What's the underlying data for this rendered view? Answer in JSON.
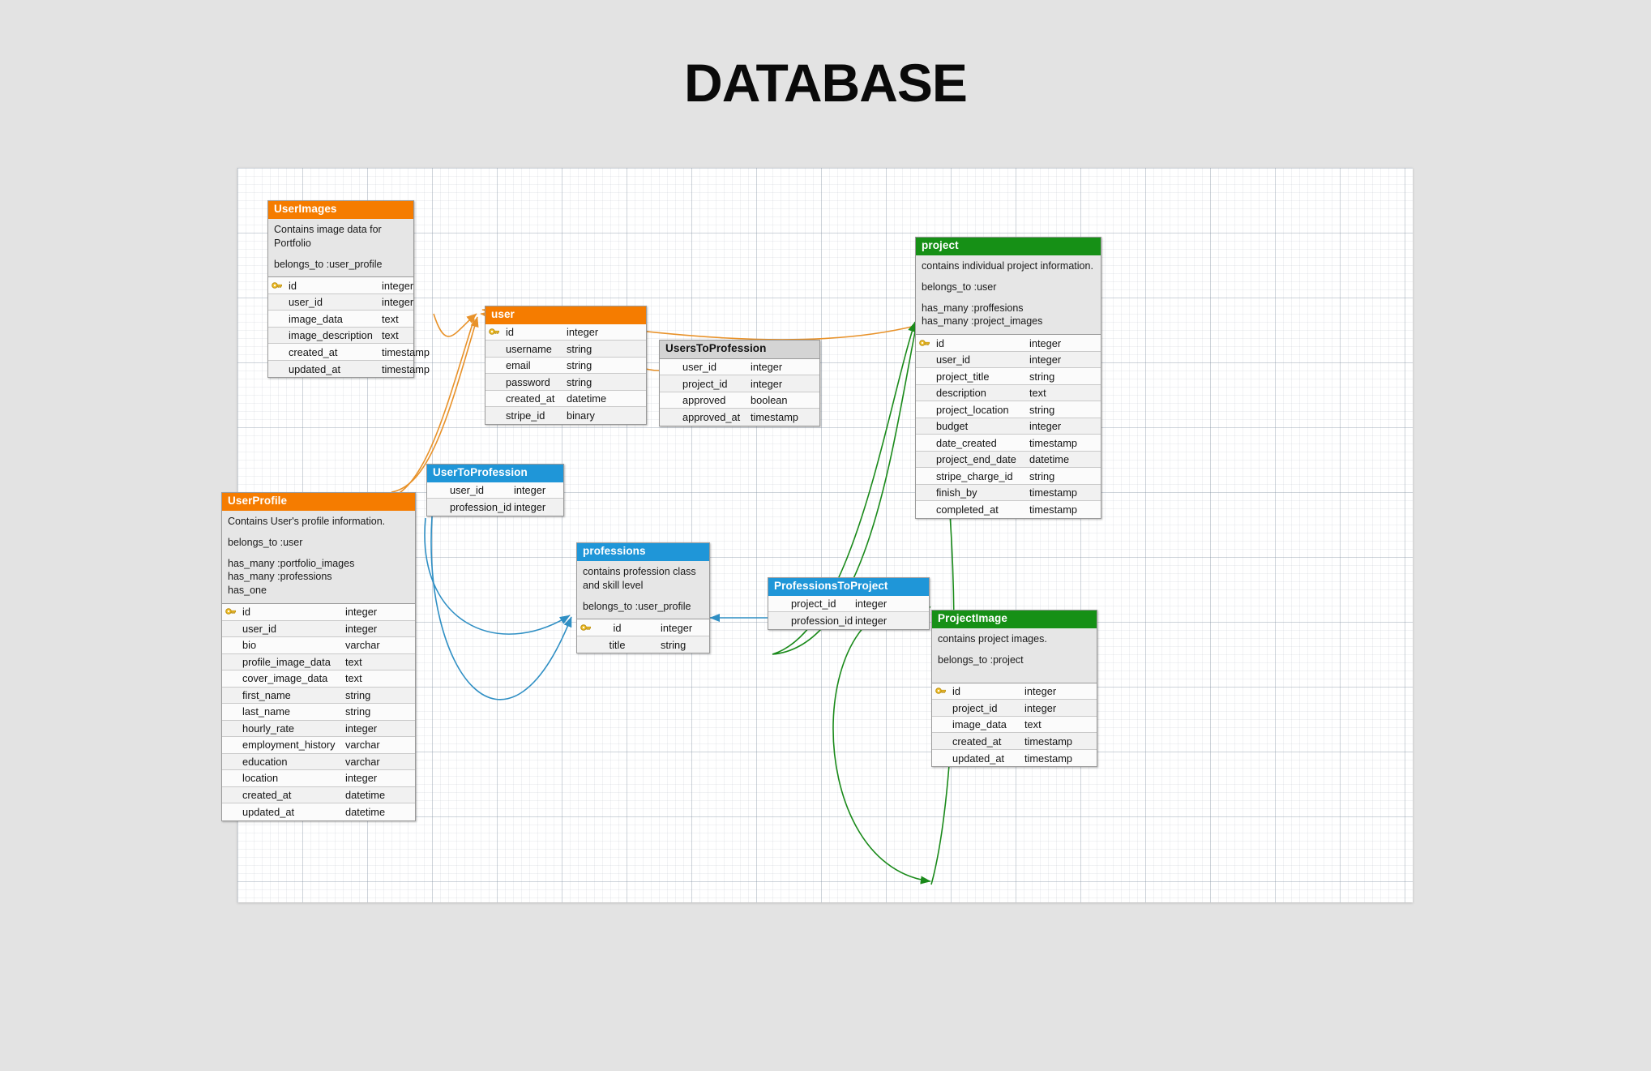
{
  "title": "DATABASE",
  "colors": {
    "orange": "#f57c00",
    "green": "#169016",
    "blue": "#1f96d8",
    "gray": "#d4d4d4",
    "page_bg": "#e3e3e3",
    "canvas_bg": "#ffffff",
    "link_orange": "#e8922a",
    "link_green": "#1a8a1a",
    "link_blue": "#2f8fc4"
  },
  "tables": {
    "user_images": {
      "name": "UserImages",
      "header_color": "orange",
      "notes": [
        "Contains image data for Portfolio",
        "belongs_to :user_profile"
      ],
      "fields": [
        {
          "key": true,
          "name": "id",
          "type": "integer"
        },
        {
          "key": false,
          "name": "user_id",
          "type": "integer"
        },
        {
          "key": false,
          "name": "image_data",
          "type": "text"
        },
        {
          "key": false,
          "name": "image_description",
          "type": "text"
        },
        {
          "key": false,
          "name": "created_at",
          "type": "timestamp"
        },
        {
          "key": false,
          "name": "updated_at",
          "type": "timestamp"
        }
      ]
    },
    "user": {
      "name": "user",
      "header_color": "orange",
      "notes": [],
      "fields": [
        {
          "key": true,
          "name": "id",
          "type": "integer"
        },
        {
          "key": false,
          "name": "username",
          "type": "string"
        },
        {
          "key": false,
          "name": "email",
          "type": "string"
        },
        {
          "key": false,
          "name": "password",
          "type": "string"
        },
        {
          "key": false,
          "name": "created_at",
          "type": "datetime"
        },
        {
          "key": false,
          "name": "stripe_id",
          "type": "binary"
        }
      ]
    },
    "user_profile": {
      "name": "UserProfile",
      "header_color": "orange",
      "notes": [
        "Contains User's profile information.",
        "belongs_to :user",
        "has_many :portfolio_images\nhas_many :professions\nhas_one"
      ],
      "fields": [
        {
          "key": true,
          "name": "id",
          "type": "integer"
        },
        {
          "key": false,
          "name": "user_id",
          "type": "integer"
        },
        {
          "key": false,
          "name": "bio",
          "type": "varchar"
        },
        {
          "key": false,
          "name": "profile_image_data",
          "type": "text"
        },
        {
          "key": false,
          "name": "cover_image_data",
          "type": "text"
        },
        {
          "key": false,
          "name": "first_name",
          "type": "string"
        },
        {
          "key": false,
          "name": "last_name",
          "type": "string"
        },
        {
          "key": false,
          "name": "hourly_rate",
          "type": "integer"
        },
        {
          "key": false,
          "name": "employment_history",
          "type": "varchar"
        },
        {
          "key": false,
          "name": "education",
          "type": "varchar"
        },
        {
          "key": false,
          "name": "location",
          "type": "integer"
        },
        {
          "key": false,
          "name": "created_at",
          "type": "datetime"
        },
        {
          "key": false,
          "name": "updated_at",
          "type": "datetime"
        }
      ]
    },
    "project": {
      "name": "project",
      "header_color": "green",
      "notes": [
        "contains individual project information.",
        "belongs_to :user",
        "has_many :proffesions\nhas_many :project_images"
      ],
      "fields": [
        {
          "key": true,
          "name": "id",
          "type": "integer"
        },
        {
          "key": false,
          "name": "user_id",
          "type": "integer"
        },
        {
          "key": false,
          "name": "project_title",
          "type": "string"
        },
        {
          "key": false,
          "name": "description",
          "type": "text"
        },
        {
          "key": false,
          "name": "project_location",
          "type": "string"
        },
        {
          "key": false,
          "name": "budget",
          "type": "integer"
        },
        {
          "key": false,
          "name": "date_created",
          "type": "timestamp"
        },
        {
          "key": false,
          "name": "project_end_date",
          "type": "datetime"
        },
        {
          "key": false,
          "name": "stripe_charge_id",
          "type": "string"
        },
        {
          "key": false,
          "name": "finish_by",
          "type": "timestamp"
        },
        {
          "key": false,
          "name": "completed_at",
          "type": "timestamp"
        }
      ]
    },
    "project_image": {
      "name": "ProjectImage",
      "header_color": "green",
      "notes": [
        "contains project images.",
        "belongs_to :project"
      ],
      "fields": [
        {
          "key": true,
          "name": "id",
          "type": "integer"
        },
        {
          "key": false,
          "name": "project_id",
          "type": "integer"
        },
        {
          "key": false,
          "name": "image_data",
          "type": "text"
        },
        {
          "key": false,
          "name": "created_at",
          "type": "timestamp"
        },
        {
          "key": false,
          "name": "updated_at",
          "type": "timestamp"
        }
      ]
    },
    "professions": {
      "name": "professions",
      "header_color": "blue",
      "notes": [
        "contains profession class and skill level",
        "belongs_to :user_profile"
      ],
      "fields": [
        {
          "key": true,
          "name": "id",
          "type": "integer"
        },
        {
          "key": false,
          "name": "title",
          "type": "string"
        }
      ]
    },
    "users_to_profession": {
      "name": "UsersToProfession",
      "header_color": "gray",
      "notes": [],
      "fields": [
        {
          "key": false,
          "name": "user_id",
          "type": "integer"
        },
        {
          "key": false,
          "name": "project_id",
          "type": "integer"
        },
        {
          "key": false,
          "name": "approved",
          "type": "boolean"
        },
        {
          "key": false,
          "name": "approved_at",
          "type": "timestamp"
        }
      ]
    },
    "user_to_profession": {
      "name": "UserToProfession",
      "header_color": "blue",
      "notes": [],
      "fields": [
        {
          "key": false,
          "name": "user_id",
          "type": "integer"
        },
        {
          "key": false,
          "name": "profession_id",
          "type": "integer"
        }
      ]
    },
    "professions_to_project": {
      "name": "ProfessionsToProject",
      "header_color": "blue",
      "notes": [],
      "fields": [
        {
          "key": false,
          "name": "project_id",
          "type": "integer"
        },
        {
          "key": false,
          "name": "profession_id",
          "type": "integer"
        }
      ]
    }
  }
}
